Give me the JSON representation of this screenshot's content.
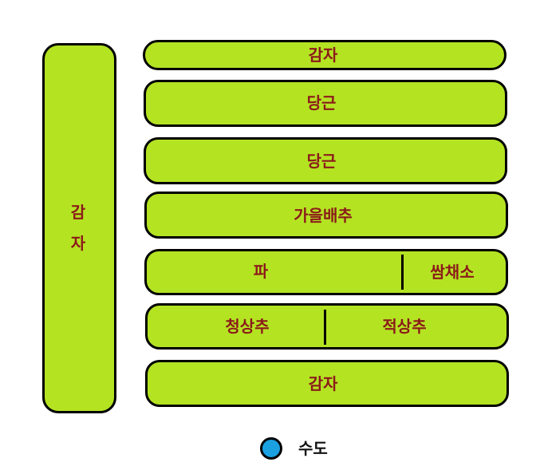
{
  "colors": {
    "bed_fill": "#b4e322",
    "bed_border": "#000000",
    "label_text": "#8b1a1a",
    "legend_dot": "#1ba0e2"
  },
  "left_bed": {
    "label_top": "감",
    "label_bottom": "자"
  },
  "rows": [
    {
      "label": "감자"
    },
    {
      "label": "당근"
    },
    {
      "label": "당근"
    },
    {
      "label": "가을배추"
    },
    {
      "left": "파",
      "right": "쌈채소"
    },
    {
      "left": "청상추",
      "right": "적상추"
    },
    {
      "label": "감자"
    }
  ],
  "legend": {
    "icon": "water-tap-dot",
    "label": "수도"
  }
}
